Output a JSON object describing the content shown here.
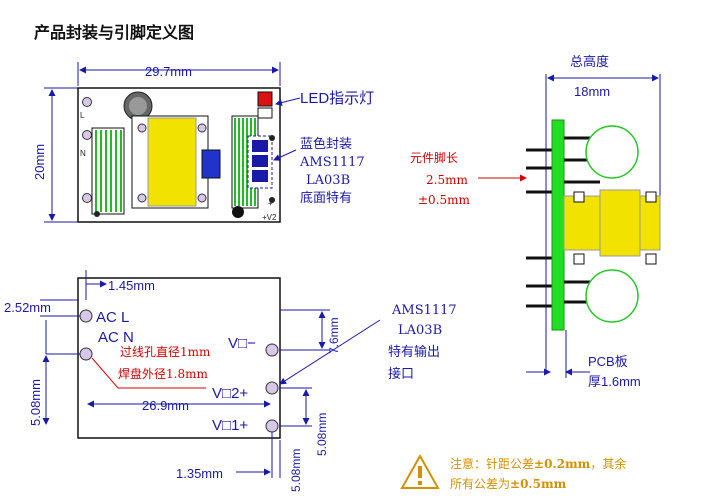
{
  "title": "产品封装与引脚定义图",
  "top_view": {
    "width_dim": "29.7mm",
    "height_dim": "20mm",
    "pin_label_l": "L",
    "pin_label_n": "N",
    "pin_label_minus": "−",
    "pin_label_plus": "+",
    "pin_label_v2": "+V2",
    "led_label": "LED指示灯",
    "chip_label_line1": "蓝色封装",
    "chip_label_line2": "AMS1117",
    "chip_label_line3": "LA03B",
    "chip_label_line4": "底面特有"
  },
  "side_view": {
    "total_height_label": "总高度",
    "total_height_value": "18mm",
    "lead_length_label": "元件脚长",
    "lead_length_value": "2.5mm",
    "lead_length_tol": "±0.5mm",
    "pcb_label": "PCB板",
    "pcb_thickness": "厚1.6mm"
  },
  "bottom_view": {
    "dim_145": "1.45mm",
    "dim_252": "2.52mm",
    "dim_508_left": "5.08mm",
    "dim_269": "26.9mm",
    "dim_135": "1.35mm",
    "dim_76": "7.6mm",
    "dim_508_right_a": "5.08mm",
    "dim_508_right_b": "5.08mm",
    "pin_ac_l": "AC  L",
    "pin_ac_n": "AC  N",
    "pin_vo_minus": "V□−",
    "pin_vo2_plus": "V□2+",
    "pin_vo1_plus": "V□1+",
    "hole_note": "过线孔直径1mm",
    "pad_note": "焊盘外径1.8mm",
    "callout_line1": "AMS1117",
    "callout_line2": "LA03B",
    "callout_line3": "特有输出",
    "callout_line4": "接口"
  },
  "footnote": {
    "line1_a": "注意：针距公差",
    "line1_b": "±0.2mm",
    "line1_c": "，其余",
    "line2_a": "所有公差为",
    "line2_b": "±0.5mm"
  },
  "colors": {
    "dimension_blue": "#1a1aa8",
    "callout_red": "#d40000",
    "pcb_green": "#22dd22",
    "transformer_yellow": "#f2e200",
    "note_orange": "#d49000"
  }
}
